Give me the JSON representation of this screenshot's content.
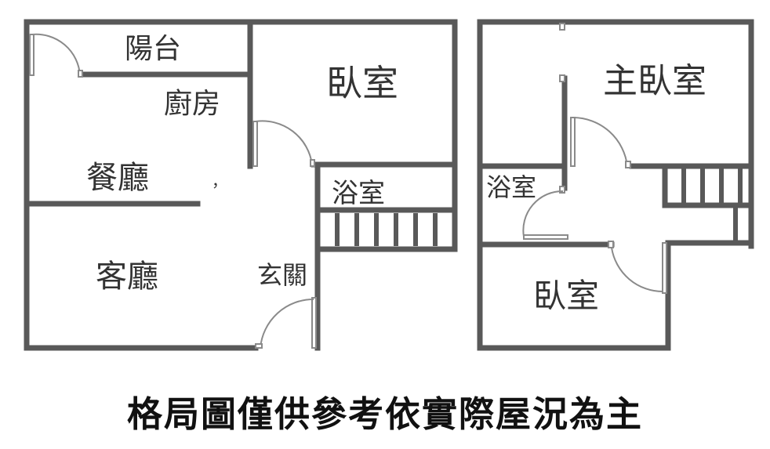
{
  "colors": {
    "wall": "#595959",
    "door": "#8a8a8a",
    "text": "#333333",
    "caption": "#111111"
  },
  "floor_left": {
    "balcony": "陽台",
    "kitchen": "廚房",
    "dining": "餐廳",
    "bedroom": "臥室",
    "bathroom": "浴室",
    "living": "客廳",
    "entrance": "玄關",
    "stray_mark": "，"
  },
  "floor_right": {
    "master_bedroom": "主臥室",
    "bathroom": "浴室",
    "bedroom": "臥室"
  },
  "caption": "格局圖僅供參考依實際屋況為主"
}
